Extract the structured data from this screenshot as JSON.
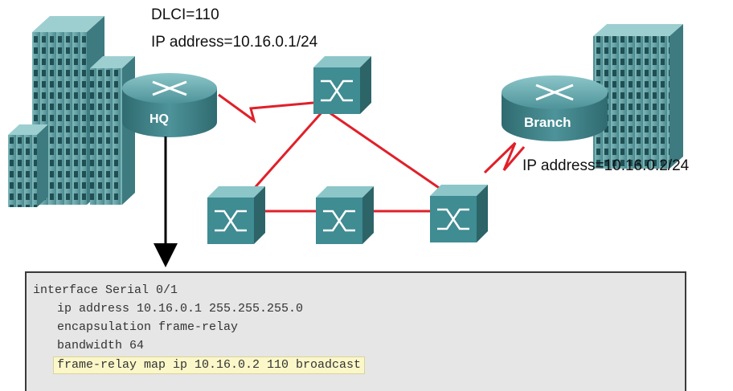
{
  "labels": {
    "dlci": "DLCI=110",
    "hq_ip": "IP address=10.16.0.1/24",
    "branch_ip": "IP address=10.16.0.2/24"
  },
  "routers": {
    "hq": "HQ",
    "branch": "Branch"
  },
  "colors": {
    "link": "#e0202a",
    "device_face": "#3f8c92",
    "device_top": "#77b9bd",
    "device_side": "#2c6468",
    "building": "#5e9ea2",
    "config_bg": "#e6e6e6",
    "highlight": "#fbf7c9"
  },
  "config": {
    "lines": [
      "interface Serial 0/1",
      "ip address 10.16.0.1 255.255.255.0",
      "encapsulation frame-relay",
      "bandwidth 64",
      "frame-relay map ip 10.16.0.2 110 broadcast"
    ],
    "highlighted_line": 4
  }
}
